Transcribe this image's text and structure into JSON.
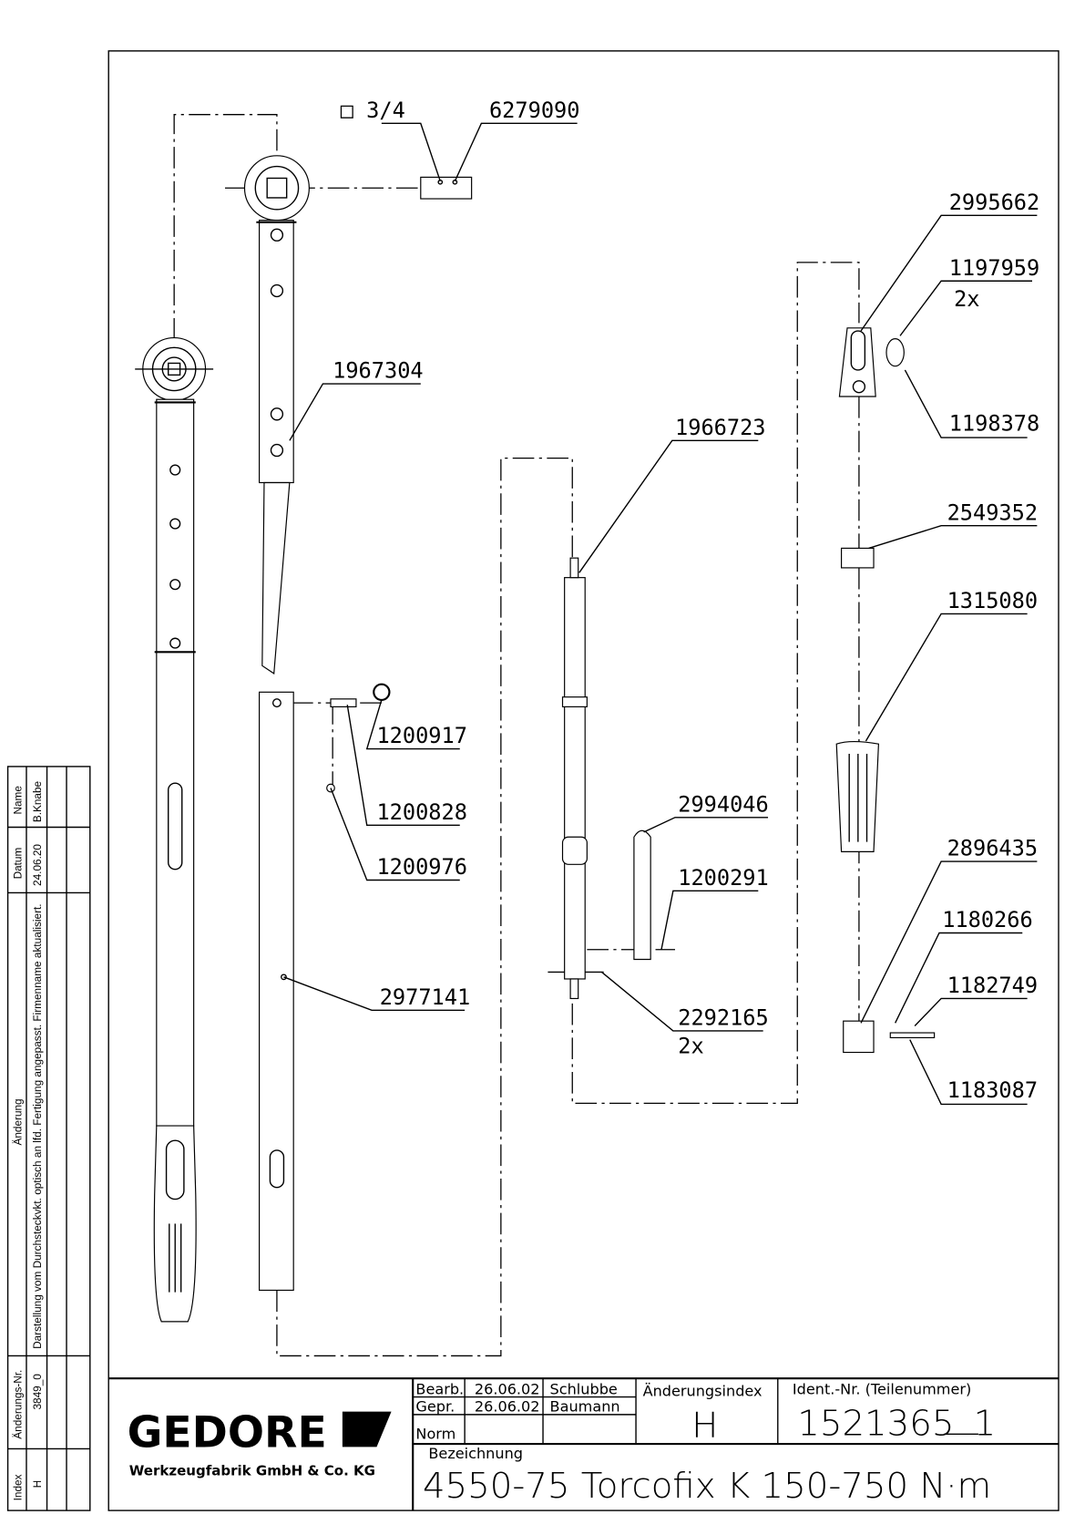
{
  "part_labels": {
    "square_drive": "□ 3/4",
    "p6279090": "6279090",
    "p1967304": "1967304",
    "p1966723": "1966723",
    "p2995662": "2995662",
    "p1197959": "1197959",
    "p1197959_qty": "2x",
    "p1198378": "1198378",
    "p2549352": "2549352",
    "p1315080": "1315080",
    "p1200917": "1200917",
    "p1200828": "1200828",
    "p1200976": "1200976",
    "p2994046": "2994046",
    "p1200291": "1200291",
    "p2977141": "2977141",
    "p2292165": "2292165",
    "p2292165_qty": "2x",
    "p2896435": "2896435",
    "p1180266": "1180266",
    "p1182749": "1182749",
    "p1183087": "1183087"
  },
  "revision_table": {
    "headers": {
      "index": "Index",
      "change_no": "Änderungs-Nr.",
      "change": "Änderung",
      "date": "Datum",
      "name": "Name"
    },
    "rows": [
      {
        "index": "H",
        "change_no": "3849_0",
        "change": "Darstellung vom Durchsteckvkt. optisch an lfd. Fertigung angepasst. Firmenname aktualisiert.",
        "date": "24.06.20",
        "name": "B.Knabe"
      }
    ]
  },
  "title_block": {
    "company_logo": "GEDORE",
    "company_name": "Werkzeugfabrik GmbH & Co. KG",
    "rows": [
      {
        "role": "Bearb.",
        "date": "26.06.02",
        "name": "Schlubbe"
      },
      {
        "role": "Gepr.",
        "date": "26.06.02",
        "name": "Baumann"
      },
      {
        "role": "Norm",
        "date": "",
        "name": ""
      }
    ],
    "change_index_label": "Änderungsindex",
    "change_index": "H",
    "ident_label": "Ident.-Nr.  (Teilenummer)",
    "ident_number": "1521365",
    "ident_suffix": "1",
    "designation_label": "Bezeichnung",
    "designation": "4550-75 Torcofix K 150-750 N·m"
  }
}
